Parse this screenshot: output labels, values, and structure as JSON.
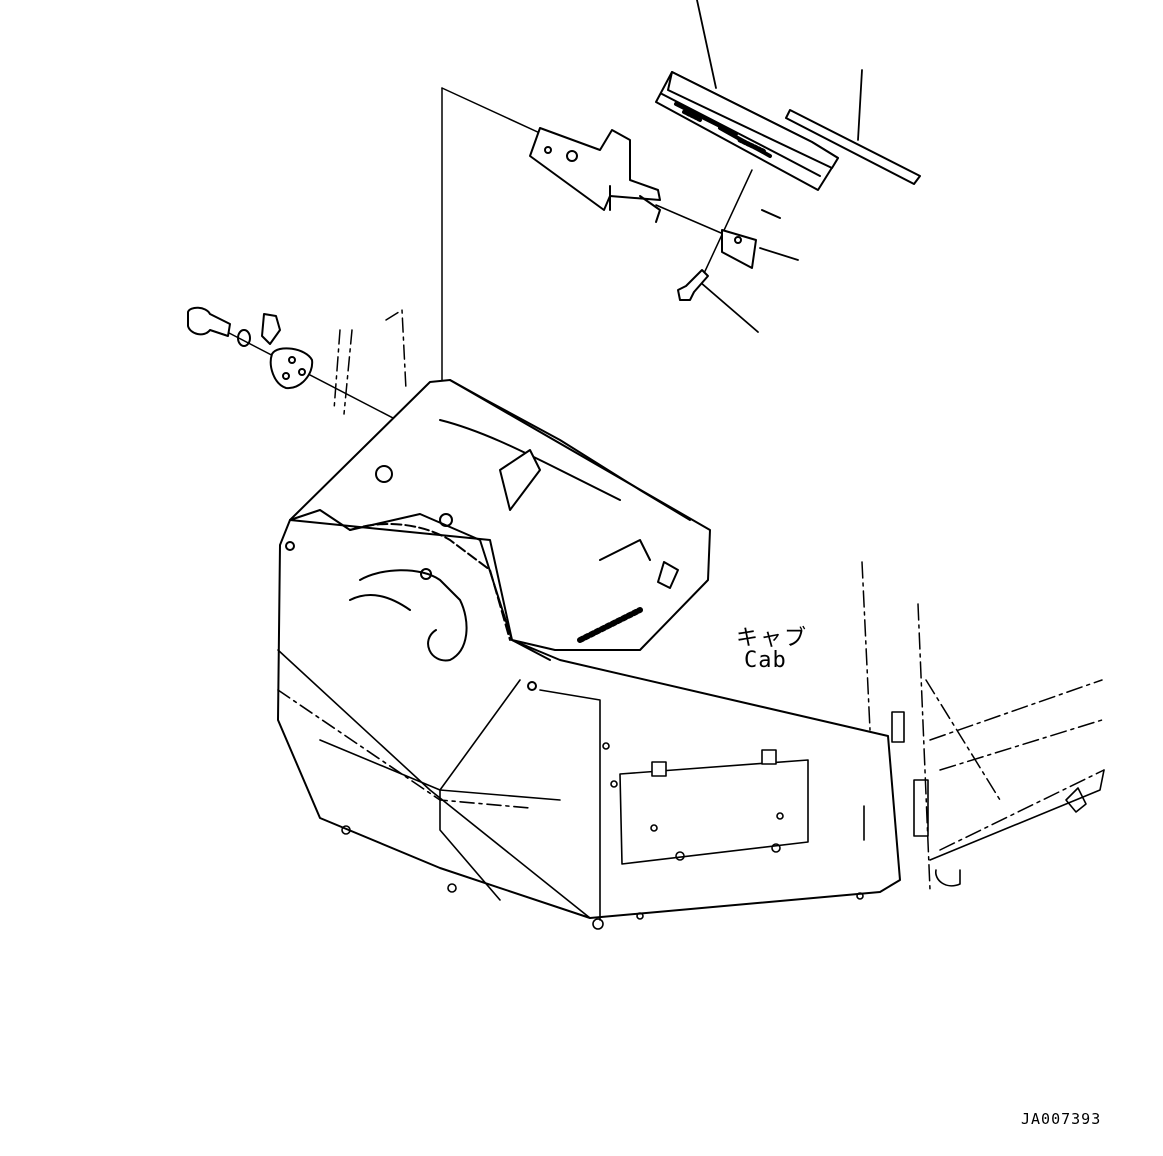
{
  "labels": {
    "cab_jp": "キャブ",
    "cab_en": "Cab",
    "drawing_id": "JA007393"
  },
  "colors": {
    "line": "#000000",
    "fill": "#ffffff"
  }
}
